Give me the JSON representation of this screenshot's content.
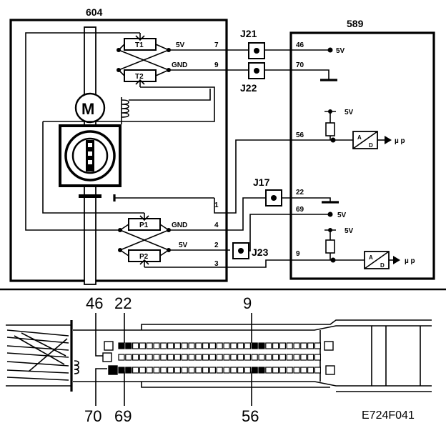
{
  "components": {
    "module_604": "604",
    "module_589": "589",
    "motor": "M",
    "sensor_t1": "T1",
    "sensor_t2": "T2",
    "sensor_p1": "P1",
    "sensor_p2": "P2"
  },
  "connectors": {
    "j21": "J21",
    "j22": "J22",
    "j17": "J17",
    "j23": "J23"
  },
  "wire_labels": {
    "t1_supply": "5V",
    "t2_ground": "GND",
    "p1_ground": "GND",
    "p2_supply": "5V"
  },
  "pin_labels_604": {
    "pin7": "7",
    "pin9": "9",
    "pin1": "1",
    "pin4": "4",
    "pin2": "2",
    "pin3": "3"
  },
  "pin_labels_589": {
    "pin46": "46",
    "pin70": "70",
    "pin56": "56",
    "pin22": "22",
    "pin69": "69",
    "pin9": "9"
  },
  "supply_labels_589": {
    "pin46_supply": "5V",
    "ref_upper": "5V",
    "pin69_supply": "5V",
    "ref_lower": "5V"
  },
  "converters": {
    "ad_upper": {
      "top": "A",
      "bottom": "D",
      "output": "µ p"
    },
    "ad_lower": {
      "top": "A",
      "bottom": "D",
      "output": "µ p"
    }
  },
  "connector_callouts": {
    "top_46": "46",
    "top_22": "22",
    "top_9": "9",
    "bottom_70": "70",
    "bottom_69": "69",
    "bottom_56": "56"
  },
  "figure_reference": "E724F041"
}
